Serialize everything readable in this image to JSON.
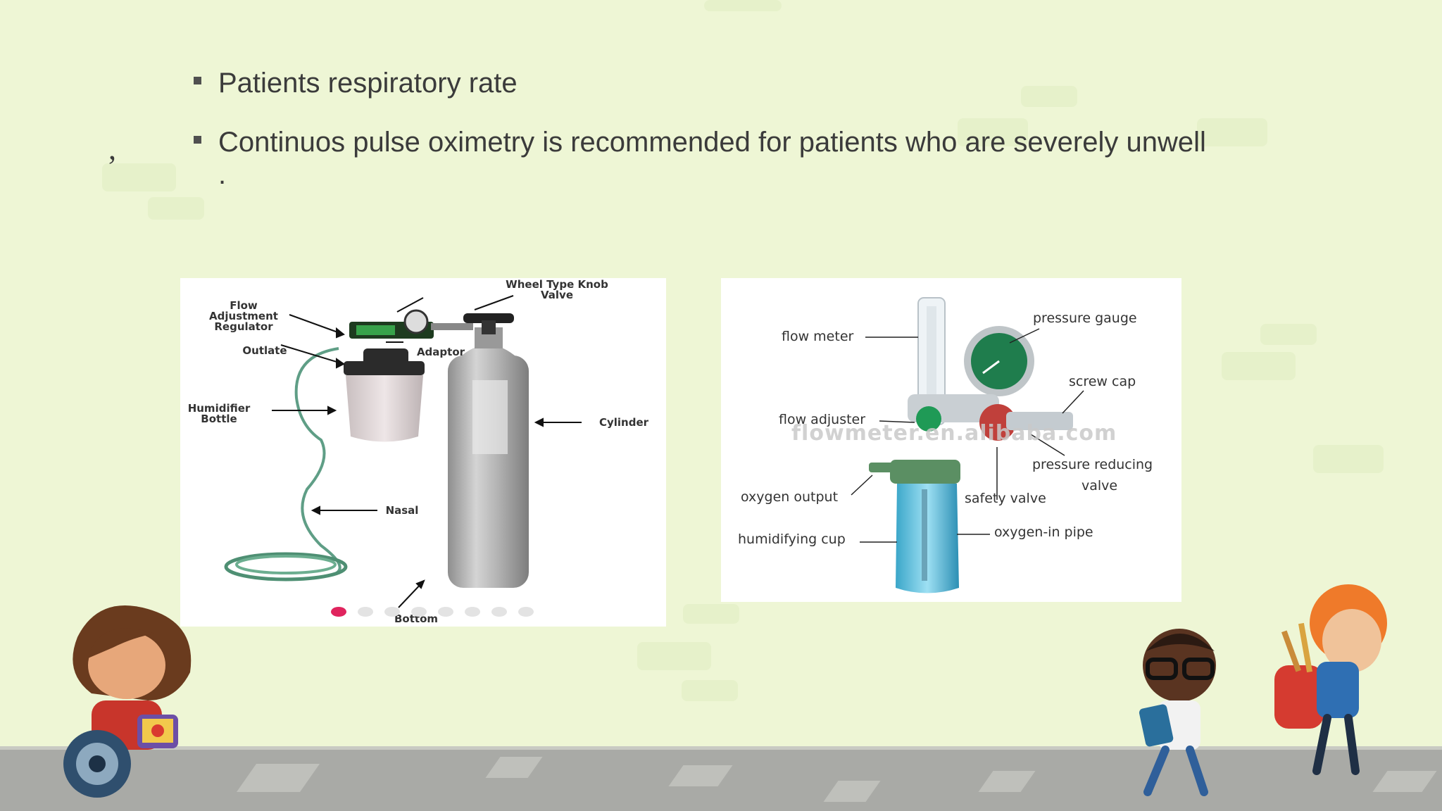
{
  "slide": {
    "bullets": [
      {
        "text": "Patients respiratory rate"
      },
      {
        "text": "Continuos pulse oximetry is recommended for patients who are severely unwell ."
      }
    ],
    "stray_mark": ",",
    "left_image": {
      "labels": {
        "flow_adjustment": "Flow Adjustment Regulator",
        "wheel_knob": "Wheel Type Knob Valve",
        "outlate": "Outlate",
        "adaptor": "Adaptor",
        "humidifier": "Humidifier Bottle",
        "cylinder": "Cylinder",
        "nasal": "Nasal",
        "bottom": "Bottom"
      },
      "carousel": {
        "count": 8,
        "active_index": 0
      }
    },
    "right_image": {
      "labels": {
        "flow_meter": "flow meter",
        "pressure_gauge": "pressure gauge",
        "screw_cap": "screw cap",
        "flow_adjuster": "flow adjuster",
        "pressure_reducing": "pressure reducing",
        "valve": "valve",
        "oxygen_output": "oxygen output",
        "safety_valve": "safety valve",
        "humidifying_cup": "humidifying cup",
        "oxygen_in_pipe": "oxygen-in pipe"
      },
      "watermark": "flowmeter.en.alibaba.com"
    }
  },
  "colors": {
    "background": "#eef6d5",
    "text": "#3b3b3b",
    "carousel_active": "#e0245e",
    "road": "#a9aaa6"
  }
}
